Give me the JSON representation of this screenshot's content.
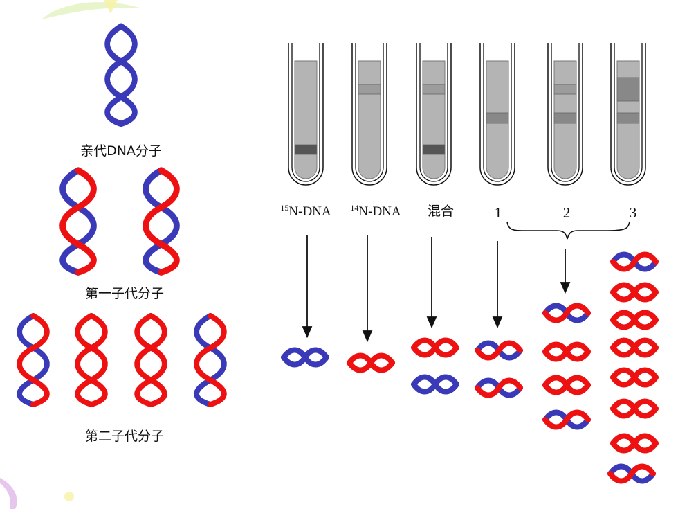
{
  "labels": {
    "parent": "亲代DNA分子",
    "gen1": "第一子代分子",
    "gen2": "第二子代分子"
  },
  "tubes": [
    {
      "sup": "15",
      "text": "N-DNA",
      "bands": [
        "heavy"
      ]
    },
    {
      "sup": "14",
      "text": "N-DNA",
      "bands": [
        "light"
      ]
    },
    {
      "sup": "",
      "text": "混合",
      "bands": [
        "light",
        "heavy"
      ]
    },
    {
      "sup": "",
      "text": "1",
      "bands": [
        "hybrid"
      ]
    },
    {
      "sup": "",
      "text": "2",
      "bands": [
        "light",
        "hybrid"
      ]
    },
    {
      "sup": "",
      "text": "3",
      "bands": [
        "light-wide",
        "hybrid"
      ]
    }
  ],
  "colors": {
    "strand_15N": "#3a3ab8",
    "strand_14N": "#ee1111",
    "tube_fill": "#b4b4b4",
    "band_dark": "#555555",
    "band_mid": "#888888",
    "band_light": "#9c9c9c"
  }
}
